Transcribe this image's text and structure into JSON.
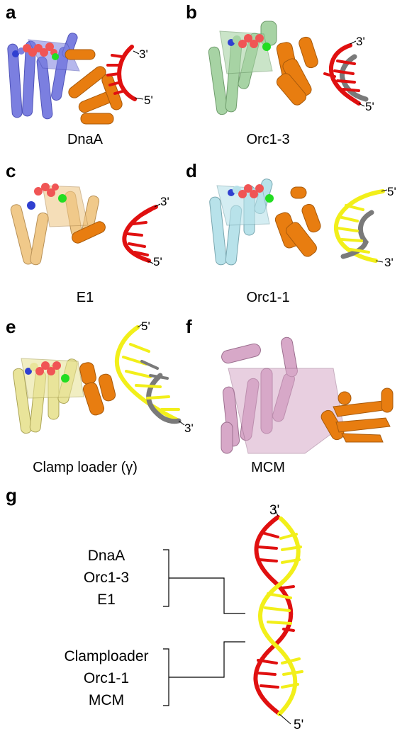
{
  "panels": [
    {
      "letter": "a",
      "caption": "DnaA",
      "end_top": "3'",
      "end_bottom": "5'"
    },
    {
      "letter": "b",
      "caption": "Orc1-3",
      "end_top": "3'",
      "end_bottom": "5'"
    },
    {
      "letter": "c",
      "caption": "E1",
      "end_top": "3'",
      "end_bottom": "5'"
    },
    {
      "letter": "d",
      "caption": "Orc1-1",
      "end_top": "5'",
      "end_bottom": "3'"
    },
    {
      "letter": "e",
      "caption": "Clamp loader (γ)",
      "end_top": "5'",
      "end_bottom": "3'"
    },
    {
      "letter": "f",
      "caption": "MCM"
    }
  ],
  "panel_g": {
    "letter": "g",
    "group_top": [
      "DnaA",
      "Orc1-3",
      "E1"
    ],
    "group_bottom": [
      "Clamploader",
      "Orc1-1",
      "MCM"
    ],
    "end_top": "3'",
    "end_bottom": "5'"
  },
  "colors": {
    "dnaa_domain": "#7b7fe0",
    "orc13_domain": "#a7d3a4",
    "e1_domain": "#f0c98a",
    "orc11_domain": "#b8e2ea",
    "clamp_domain": "#e9e49a",
    "mcm_domain": "#d7a8c8",
    "helix_insert": "#e87d10",
    "dna_strand_red": "#e01010",
    "dna_strand_yellow": "#f2ef1a",
    "dna_strand_grey": "#7a7a7a",
    "atp_oxygen": "#f05555",
    "atp_nitrogen": "#3040d0",
    "magnesium": "#22dd22"
  }
}
